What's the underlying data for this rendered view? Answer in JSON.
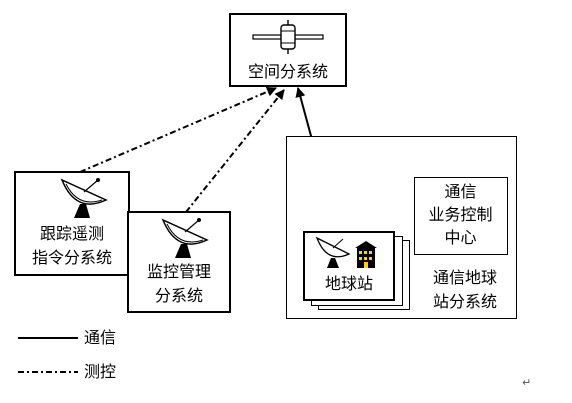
{
  "space_subsystem": {
    "label": "空间分系统"
  },
  "tracking_subsystem": {
    "line1": "跟踪遥测",
    "line2": "指令分系统"
  },
  "monitoring_subsystem": {
    "line1": "监控管理",
    "line2": "分系统"
  },
  "earth_station": {
    "label": "地球站"
  },
  "comm_control_center": {
    "line1": "通信",
    "line2": "业务控制",
    "line3": "中心"
  },
  "comm_earth_station_subsystem": {
    "line1": "通信地球",
    "line2": "站分系统"
  },
  "legend": {
    "items": [
      {
        "label": "通信",
        "style": "solid"
      },
      {
        "label": "测控",
        "style": "dash-dot"
      }
    ]
  },
  "page_mark": "↵"
}
